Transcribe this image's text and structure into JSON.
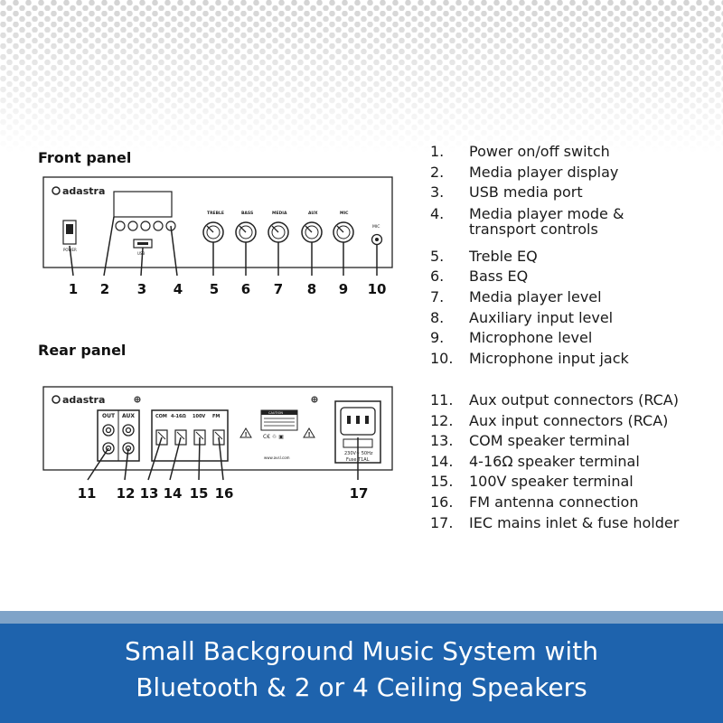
{
  "front_panel": {
    "heading": "Front panel",
    "brand": "adastra",
    "labels": {
      "power": "POWER",
      "treble": "TREBLE",
      "bass": "BASS",
      "media": "MEDIA",
      "aux": "AUX",
      "mic": "MIC",
      "mic_jack": "MIC",
      "usb": "USB"
    },
    "callouts": [
      "1",
      "2",
      "3",
      "4",
      "5",
      "6",
      "7",
      "8",
      "9",
      "10"
    ]
  },
  "rear_panel": {
    "heading": "Rear panel",
    "brand": "adastra",
    "labels": {
      "out": "OUT",
      "aux": "AUX",
      "com": "COM",
      "ohm": "4-16Ω",
      "v100": "100V",
      "fm": "FM",
      "caution": "CAUTION",
      "fuse_spec": "230V~ 50Hz",
      "fuse": "Fuse T1AL",
      "website": "www.avsl.com"
    },
    "callouts": [
      "11",
      "12",
      "13",
      "14",
      "15",
      "16",
      "17"
    ]
  },
  "legend_front": [
    {
      "num": "1.",
      "text": "Power on/off switch"
    },
    {
      "num": "2.",
      "text": "Media player display"
    },
    {
      "num": "3.",
      "text": "USB media port"
    },
    {
      "num": "4.",
      "text": "Media player mode &",
      "text2": "transport controls"
    },
    {
      "num": "5.",
      "text": "Treble EQ"
    },
    {
      "num": "6.",
      "text": "Bass EQ"
    },
    {
      "num": "7.",
      "text": "Media player level"
    },
    {
      "num": "8.",
      "text": "Auxiliary input level"
    },
    {
      "num": "9.",
      "text": "Microphone level"
    },
    {
      "num": "10.",
      "text": "Microphone input jack"
    }
  ],
  "legend_rear": [
    {
      "num": "11.",
      "text": "Aux output connectors (RCA)"
    },
    {
      "num": "12.",
      "text": "Aux input connectors (RCA)"
    },
    {
      "num": "13.",
      "text": "COM speaker terminal"
    },
    {
      "num": "14.",
      "text": "4-16Ω speaker terminal"
    },
    {
      "num": "15.",
      "text": "100V speaker terminal"
    },
    {
      "num": "16.",
      "text": "FM antenna connection"
    },
    {
      "num": "17.",
      "text": "IEC mains inlet & fuse holder"
    }
  ],
  "footer": {
    "line1": "Small Background Music System with",
    "line2": "Bluetooth & 2 or 4 Ceiling Speakers"
  },
  "colors": {
    "footer_bg": "#1e63ad",
    "footer_strip": "#7fa3c8",
    "pattern": "#d9d9d9"
  }
}
